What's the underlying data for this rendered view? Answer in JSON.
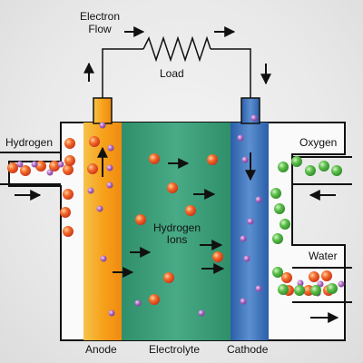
{
  "labels": {
    "electron_flow_line1": "Electron",
    "electron_flow_line2": "Flow",
    "load": "Load",
    "hydrogen": "Hydrogen",
    "oxygen": "Oxygen",
    "water": "Water",
    "hydrogen_ions_line1": "Hydrogen",
    "hydrogen_ions_line2": "Ions",
    "anode": "Anode",
    "electrolyte": "Electrolyte",
    "cathode": "Cathode"
  },
  "colors": {
    "anode": "#f7a21b",
    "electrolyte": "#3e9f7a",
    "cathode": "#3b6fb8",
    "hydrogen_molecule": "#e85020",
    "oxygen_molecule": "#4caf3e",
    "electron": "#9b4fb0",
    "housing": "#ffffff"
  },
  "legend_items": []
}
